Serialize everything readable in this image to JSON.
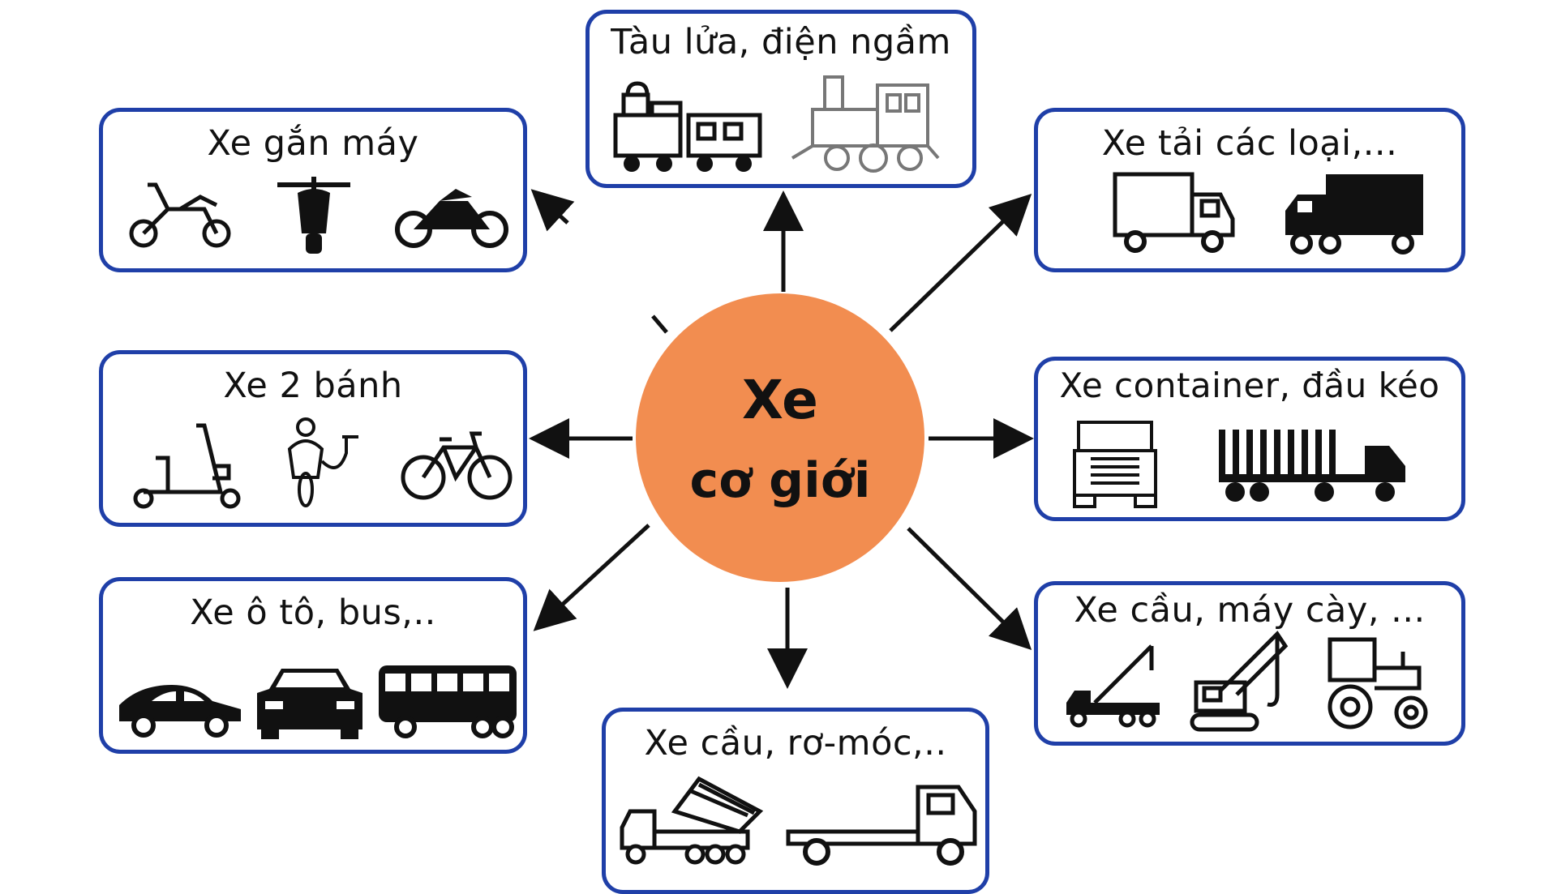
{
  "colors": {
    "box_border": "#1f3fa8",
    "center_fill": "#f28d50",
    "arrow": "#111111",
    "icon": "#111111"
  },
  "center": {
    "line1": "Xe",
    "line2": "cơ giới"
  },
  "boxes": {
    "train": {
      "title": "Tàu lửa, điện ngầm",
      "icons": [
        "steam-train-icon",
        "steam-locomotive-icon"
      ]
    },
    "motorbike": {
      "title": "Xe gắn máy",
      "icons": [
        "scooter-icon",
        "scooter-front-icon",
        "motorcycle-icon"
      ]
    },
    "truck": {
      "title": "Xe tải các loại,...",
      "icons": [
        "box-truck-icon",
        "cargo-truck-icon"
      ]
    },
    "two_wheel": {
      "title": "Xe 2 bánh",
      "icons": [
        "kick-scooter-icon",
        "electric-bike-icon",
        "bicycle-icon"
      ]
    },
    "container": {
      "title": "Xe container, đầu kéo",
      "icons": [
        "tractor-head-icon",
        "container-truck-icon"
      ]
    },
    "car": {
      "title": "Xe ô tô, bus,..",
      "icons": [
        "hatchback-car-icon",
        "sedan-car-icon",
        "bus-icon"
      ]
    },
    "crane": {
      "title": "Xe cầu, máy cày, ...",
      "icons": [
        "crane-truck-icon",
        "crawler-crane-icon",
        "tractor-icon"
      ]
    },
    "trailer": {
      "title": "Xe cầu, rơ-móc,..",
      "icons": [
        "dump-truck-icon",
        "flatbed-truck-icon"
      ]
    }
  }
}
